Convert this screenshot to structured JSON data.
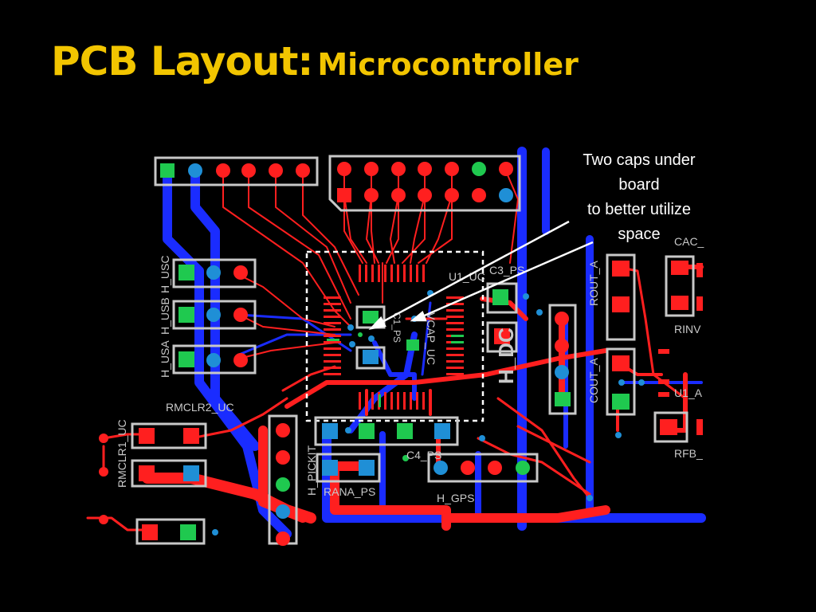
{
  "slide": {
    "title_main": "PCB Layout:",
    "title_sub": "Microcontroller"
  },
  "callout": {
    "lines": [
      "Two caps under",
      "board",
      "to better utilize",
      "space"
    ]
  },
  "labels": {
    "h_usc": "H_USC",
    "h_usb": "H_USB",
    "h_usa": "H_USA",
    "u1_uc": "U1_UC",
    "c3_ps": "C3_PS",
    "h_dc": "H_DC",
    "rout_a": "ROUT_A",
    "cac": "CAC_",
    "rinv": "RINV",
    "cout_a": "COUT_A",
    "u1_a": "U1_A",
    "rfb": "RFB_",
    "rmclr2_uc": "RMCLR2_UC",
    "rmclr1_uc": "RMCLR1_UC",
    "h_pickit": "H_PICKIT",
    "rana_ps": "RANA_PS",
    "c4_ps": "C4_PS",
    "h_gps": "H_GPS",
    "vcap_uc": "VCAP_UC",
    "c1_ps": "C1_PS"
  },
  "colors": {
    "background": "#000000",
    "title": "#f2c500",
    "top_copper": "#ff1f1f",
    "bottom_copper": "#1a2cff",
    "silkscreen": "#c8c8c8",
    "via": "#1f8fd6",
    "pad_green": "#1fc94f",
    "outline_dashed": "#ffffff"
  }
}
